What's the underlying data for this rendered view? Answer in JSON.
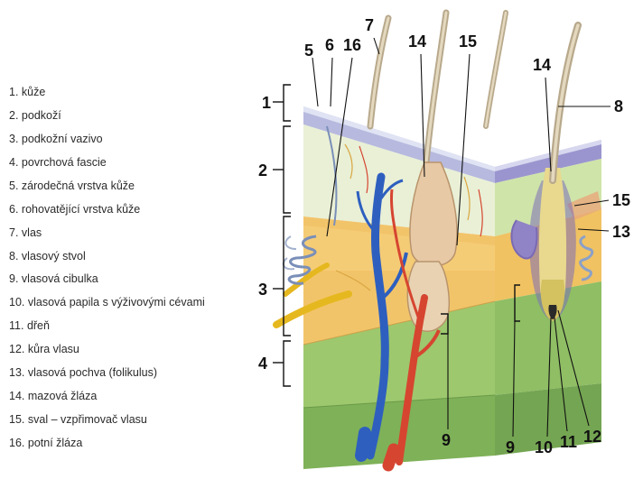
{
  "legend": [
    {
      "num": "1.",
      "text": "kůže"
    },
    {
      "num": "2.",
      "text": "podkoží"
    },
    {
      "num": "3.",
      "text": "podkožní vazivo"
    },
    {
      "num": "4.",
      "text": "povrchová fascie"
    },
    {
      "num": "5.",
      "text": "zárodečná vrstva kůže"
    },
    {
      "num": "6.",
      "text": "rohovatějící vrstva kůže"
    },
    {
      "num": "7.",
      "text": "vlas"
    },
    {
      "num": "8.",
      "text": "vlasový stvol"
    },
    {
      "num": "9.",
      "text": "vlasová cibulka"
    },
    {
      "num": "10.",
      "text": "vlasová papila s výživovými cévami"
    },
    {
      "num": "11.",
      "text": "dřeň"
    },
    {
      "num": "12.",
      "text": "kůra vlasu"
    },
    {
      "num": "13.",
      "text": "vlasová pochva (folikulus)"
    },
    {
      "num": "14.",
      "text": "mazová žláza"
    },
    {
      "num": "15.",
      "text": "sval – vzpřimovač vlasu"
    },
    {
      "num": "16.",
      "text": "potní žláza"
    }
  ],
  "labels": {
    "n1": "1",
    "n2": "2",
    "n3": "3",
    "n4": "4",
    "n5": "5",
    "n6": "6",
    "n16a": "16",
    "n7": "7",
    "n14a": "14",
    "n15a": "15",
    "n14b": "14",
    "n8": "8",
    "n15b": "15",
    "n13": "13",
    "n9a": "9",
    "n9b": "9",
    "n10": "10",
    "n11": "11",
    "n12": "12"
  }
}
